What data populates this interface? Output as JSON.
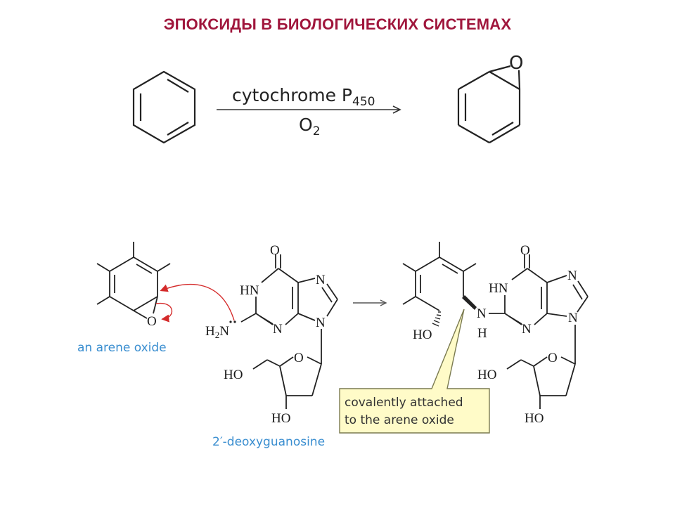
{
  "title": "ЭПОКСИДЫ В БИОЛОГИЧЕСКИХ СИСТЕМАХ",
  "colors": {
    "title": "#a0163c",
    "caption_blue": "#3a8ed0",
    "curved_arrow": "#d42a2a",
    "callout_fill": "#fffbc8",
    "callout_border": "#7a7a50"
  },
  "reaction1": {
    "reagent_above": "cytochrome P",
    "reagent_subscript": "450",
    "reagent_below": "O",
    "reagent_below_subscript": "2",
    "epoxide_oxygen": "O"
  },
  "arene_oxide": {
    "oxygen": "O",
    "caption": "an arene oxide"
  },
  "deoxyguanosine": {
    "carbonyl_o": "O",
    "hn": "HN",
    "n_imidazole": "N",
    "n_ring": "N",
    "n9": "N",
    "h2n_h": "H",
    "h2n_sub": "2",
    "h2n_n": "N",
    "ring_o": "O",
    "ho_5": "HO",
    "ho_3": "HO",
    "caption": "2′-deoxyguanosine"
  },
  "adduct": {
    "ho_ring": "HO",
    "nh_n": "N",
    "nh_h": "H",
    "carbonyl_o": "O",
    "hn": "HN",
    "n_imidazole": "N",
    "n_ring": "N",
    "n9": "N",
    "ring_o": "O",
    "ho_5": "HO",
    "ho_3": "HO"
  },
  "callout": {
    "line1": "covalently attached",
    "line2": "to the arene oxide"
  }
}
